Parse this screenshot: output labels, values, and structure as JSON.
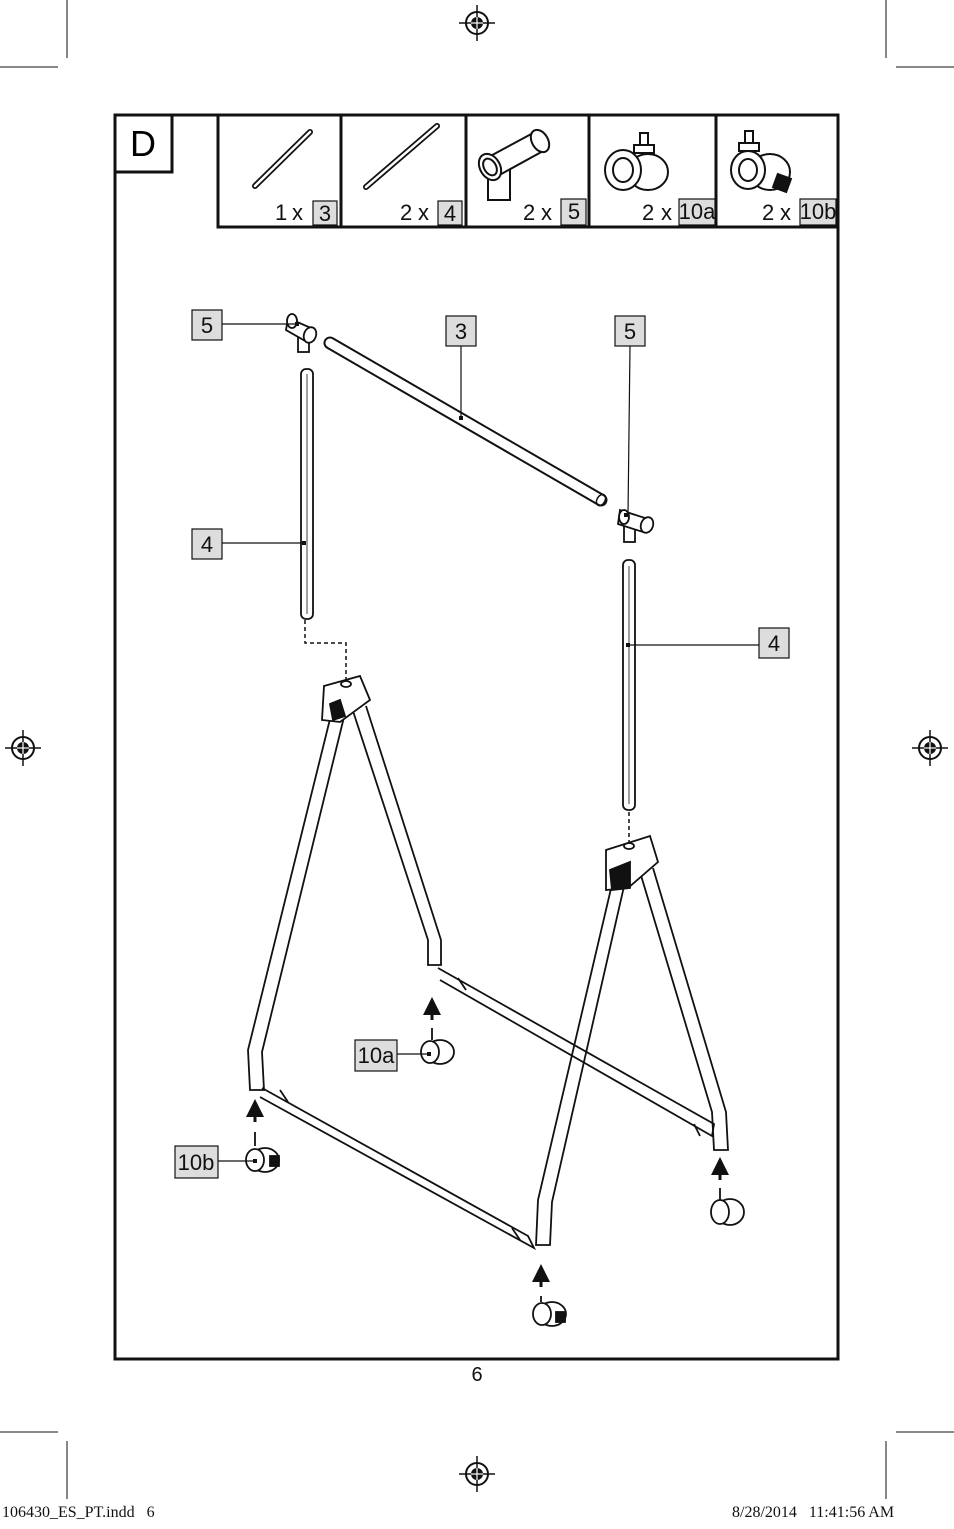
{
  "step": {
    "letter": "D"
  },
  "parts_list": [
    {
      "qty": "1",
      "mult": "x",
      "ref": "3",
      "icon": "rod-short-icon"
    },
    {
      "qty": "2",
      "mult": "x",
      "ref": "4",
      "icon": "rod-long-icon"
    },
    {
      "qty": "2",
      "mult": "x",
      "ref": "5",
      "icon": "t-connector-icon"
    },
    {
      "qty": "2",
      "mult": "x",
      "ref": "10a",
      "icon": "caster-wheel-icon"
    },
    {
      "qty": "2",
      "mult": "x",
      "ref": "10b",
      "icon": "locking-caster-icon"
    }
  ],
  "callouts": {
    "c5_left": "5",
    "c3": "3",
    "c5_right": "5",
    "c4_left": "4",
    "c4_right": "4",
    "c10a": "10a",
    "c10b": "10b"
  },
  "page": {
    "number": "6"
  },
  "slug": {
    "file": "106430_ES_PT.indd   6",
    "timestamp": "8/28/2014   11:41:56 AM"
  }
}
